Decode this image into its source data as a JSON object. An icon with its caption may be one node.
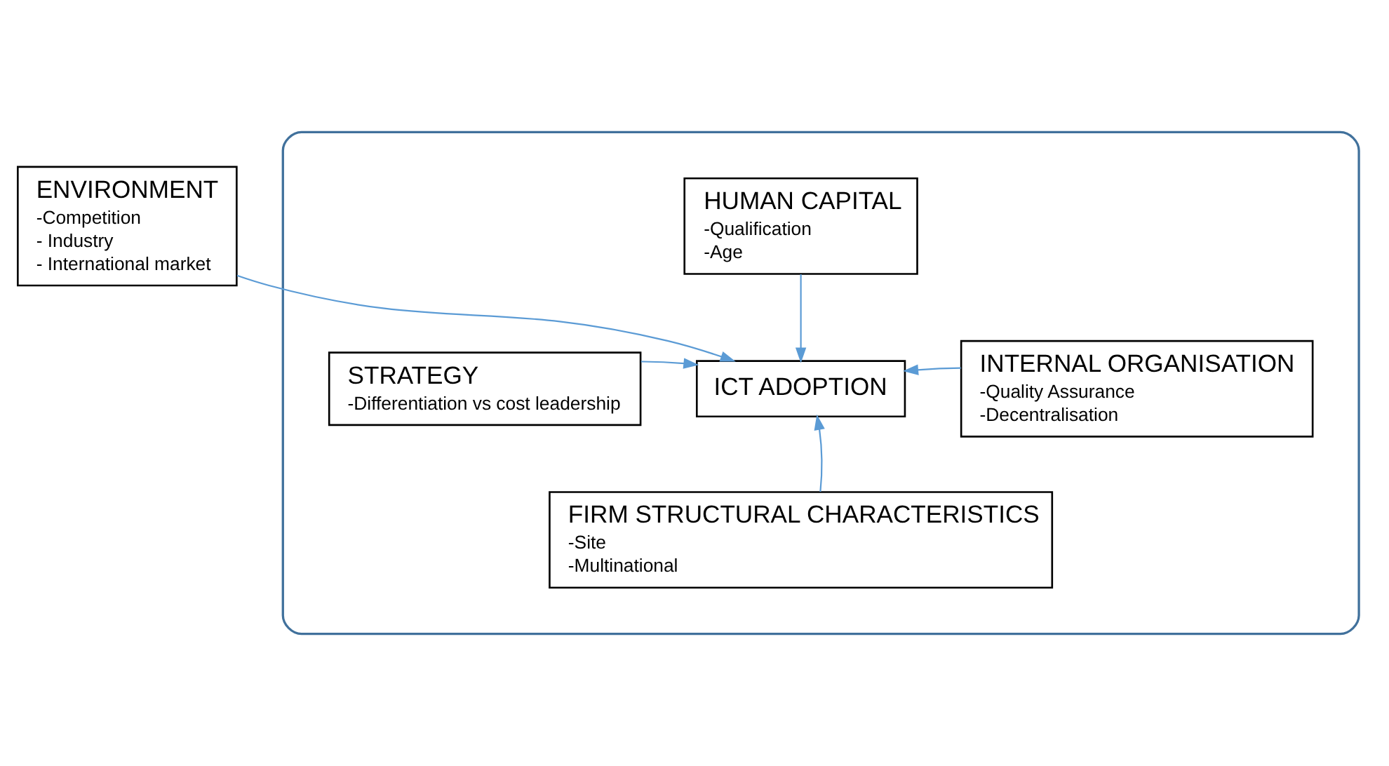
{
  "diagram": {
    "nodes": [
      {
        "text": [
          "ENVIRONMENT",
          "-Competition",
          "- Industry",
          "- International market"
        ]
      },
      {
        "text": [],
        "shape": "ellipse"
      },
      {
        "text": [
          "HUMAN CAPITAL",
          "-Qualification",
          "-Age"
        ],
        "in": 1
      },
      {
        "text": [
          "STRATEGY",
          "-Differentiation vs cost leadership"
        ],
        "in": 1
      },
      {
        "text": [
          "ICT ADOPTION"
        ],
        "in": 1
      },
      {
        "text": [
          "INTERNAL ORGANISATION",
          "-Quality Assurance",
          "-Decentralisation"
        ],
        "in": 1
      },
      {
        "text": [
          "FIRM STRUCTURAL CHARACTERISTICS",
          "-Site",
          "-Multinational"
        ],
        "in": 1
      }
    ],
    "edges": [
      {
        "from": 0,
        "to": 4,
        "arrow": "to"
      },
      {
        "from": 2,
        "to": 4,
        "arrow": "to"
      },
      {
        "from": 3,
        "to": 4,
        "arrow": "to"
      },
      {
        "from": 5,
        "to": 4,
        "arrow": "to"
      },
      {
        "from": 6,
        "to": 4,
        "arrow": "to"
      }
    ]
  }
}
